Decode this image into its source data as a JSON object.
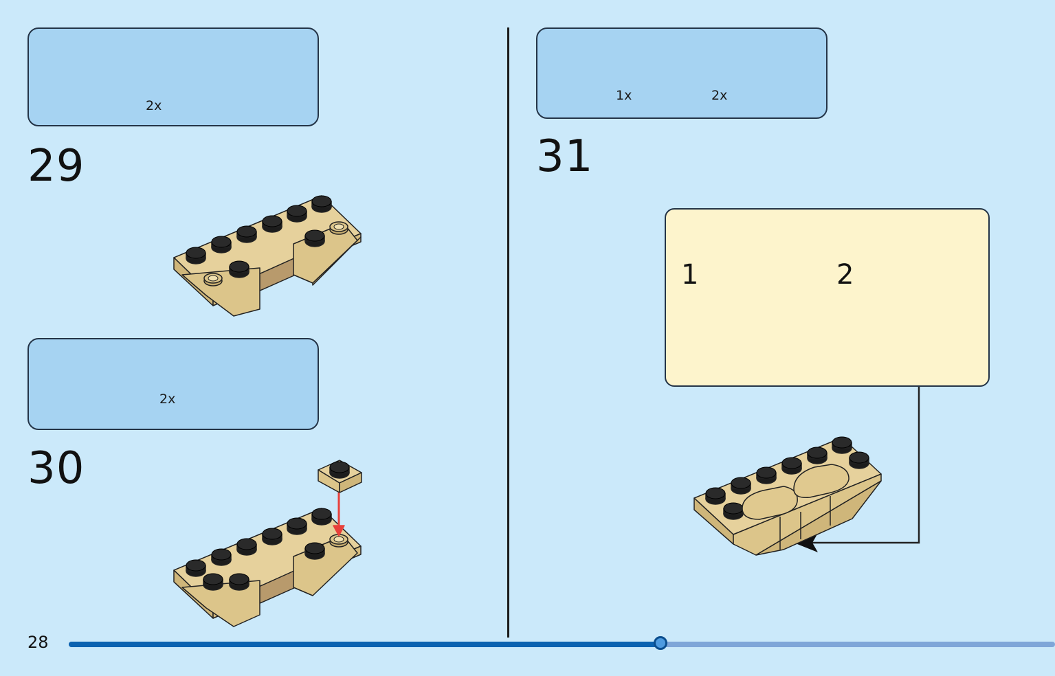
{
  "left_page": {
    "parts_box_1": {
      "quantity": "2x",
      "icon": "tan-inverted-slope-brick"
    },
    "step_29": {
      "number": "29"
    },
    "parts_box_2": {
      "quantity": "2x",
      "icon": "tan-1x1-plate"
    },
    "step_30": {
      "number": "30"
    }
  },
  "right_page": {
    "parts_box": {
      "items": [
        {
          "quantity": "1x",
          "icon": "tan-rounded-brick"
        },
        {
          "quantity": "2x",
          "icon": "tan-rounded-tile"
        }
      ]
    },
    "step_31": {
      "number": "31",
      "sub_steps": [
        {
          "number": "1"
        },
        {
          "number": "2"
        }
      ]
    }
  },
  "footer": {
    "page_number": "28",
    "progress_fraction": 0.6
  },
  "colors": {
    "background": "#cbe9fa",
    "parts_box": "#a6d3f2",
    "sub_assembly_box": "#fdf4cc",
    "brick_tan": "#dcc58a",
    "arrow_red": "#e8403a",
    "progress_done": "#0b62b0",
    "progress_remaining": "#7fa6d8"
  }
}
